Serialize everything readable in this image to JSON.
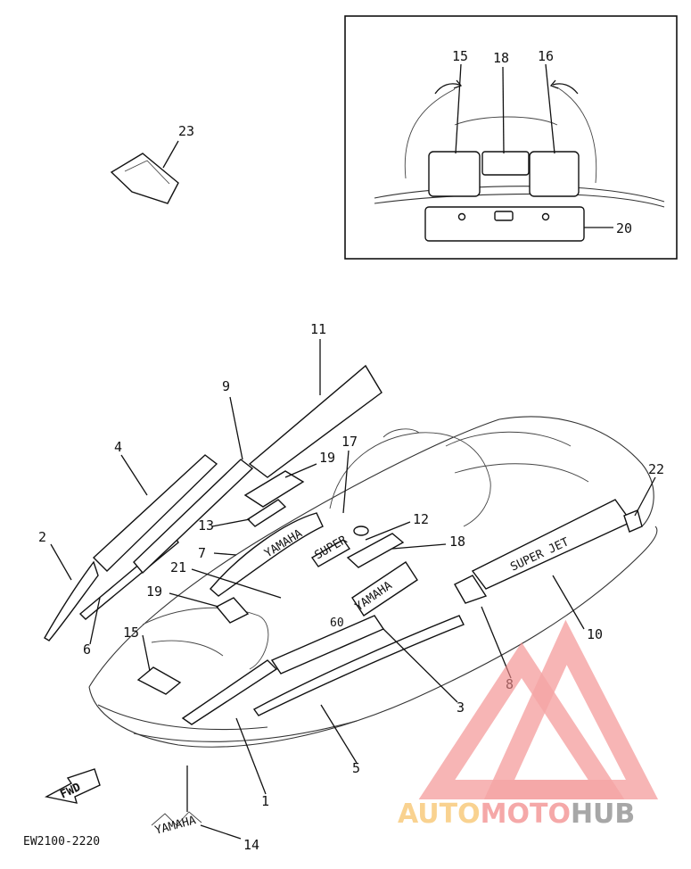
{
  "diagram": {
    "drawing_code": "EW2100-2220",
    "fwd_label": "FWD",
    "callouts": {
      "c1": "1",
      "c2": "2",
      "c3": "3",
      "c4": "4",
      "c5": "5",
      "c6": "6",
      "c7": "7",
      "c8": "8",
      "c9": "9",
      "c10": "10",
      "c11": "11",
      "c12": "12",
      "c13": "13",
      "c14": "14",
      "c15": "15",
      "c17": "17",
      "c18": "18",
      "c19": "19",
      "c21": "21",
      "c22": "22",
      "c23": "23",
      "inset15": "15",
      "inset16": "16",
      "inset18": "18",
      "inset20": "20",
      "c19b": "19"
    },
    "decal_text": {
      "brand": "YAMAHA",
      "model": "SUPER JET",
      "dot_label": "60",
      "side_small": "SUPER",
      "side_small2": "YAMAHA",
      "graphic": "YAMAHA"
    }
  },
  "watermark": {
    "part1": "AUTO",
    "part2": "MOTO",
    "part3": "HUB",
    "color1": "#f7c46b",
    "color2": "#f28b8b",
    "color3": "#8a8a8a"
  }
}
